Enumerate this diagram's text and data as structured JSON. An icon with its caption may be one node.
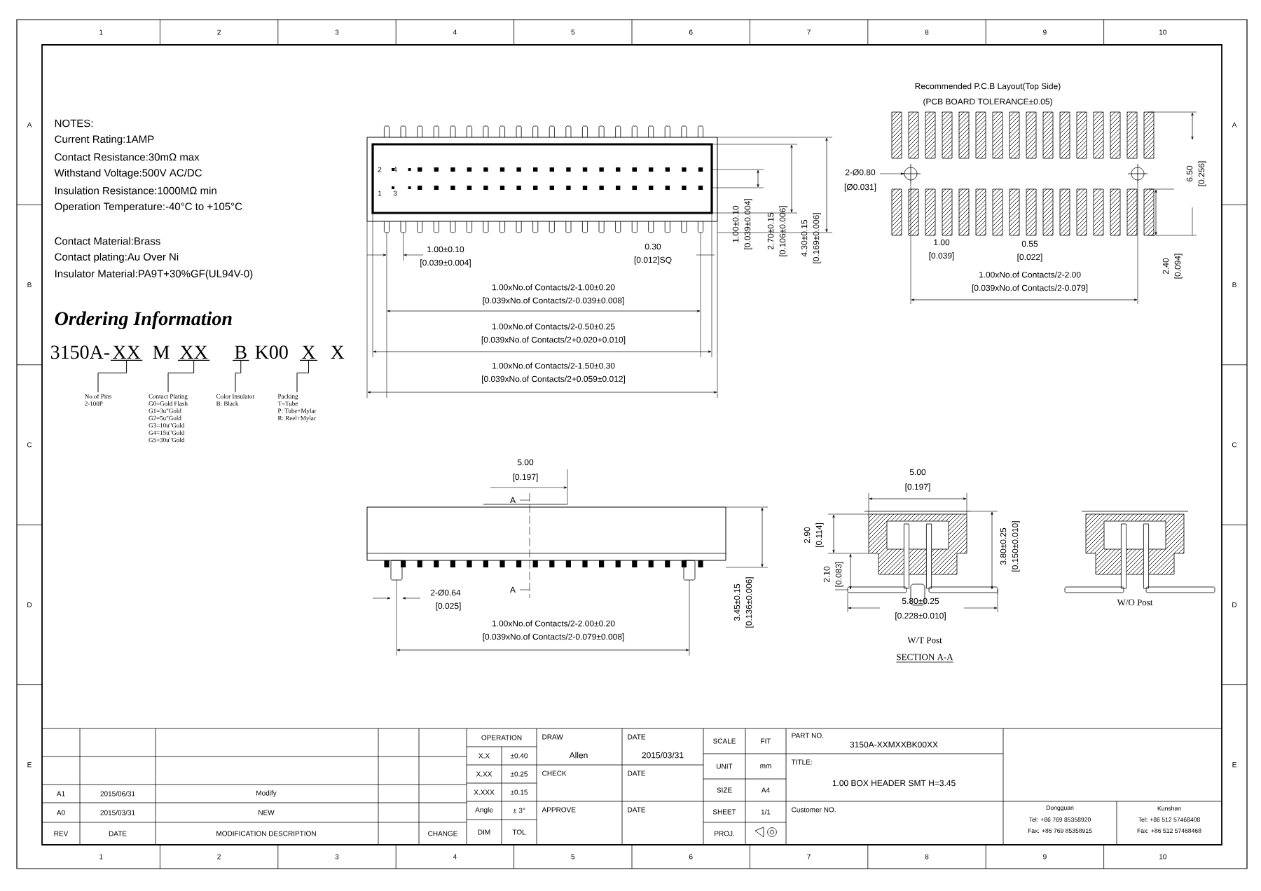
{
  "diagram": {
    "nodes": [
      {
        "text": [
          "XX"
        ]
      },
      {
        "text": [
          "XX"
        ]
      },
      {
        "text": [
          "B"
        ]
      },
      {
        "text": [
          "X"
        ]
      },
      {
        "text": [
          "No.of Pins",
          "2-100P"
        ]
      },
      {
        "text": [
          "Contact Plating",
          "G0=Gold Flash",
          "G1=3u\"Gold",
          "G2=5u\"Gold",
          "G3=10u\"Gold",
          "G4=15u\"Gold",
          "G5=30u\"Gold"
        ]
      },
      {
        "text": [
          "Color Insulator",
          "B: Black"
        ]
      },
      {
        "text": [
          "Packing",
          "T=Tube",
          "P: Tube+Mylar",
          "R: Reel+Mylar"
        ]
      }
    ],
    "edges": [
      {
        "from": 0,
        "to": 4,
        "arrow": "none"
      },
      {
        "from": 1,
        "to": 5,
        "arrow": "none"
      },
      {
        "from": 2,
        "to": 6,
        "arrow": "none"
      },
      {
        "from": 3,
        "to": 7,
        "arrow": "none"
      }
    ],
    "labels": [
      "1",
      "2",
      "3",
      "4",
      "5",
      "6",
      "7",
      "8",
      "9",
      "10",
      "A",
      "B",
      "C",
      "D",
      "E",
      "A",
      "B",
      "C",
      "D",
      "E",
      "1",
      "2",
      "3",
      "4",
      "5",
      "6",
      "7",
      "8",
      "9",
      "10",
      "NOTES:",
      "Current Rating:1AMP",
      "Contact Resistance:30mΩ  max",
      "Withstand Voltage:500V AC/DC",
      "Insulation Resistance:1000MΩ min",
      "Operation Temperature:-40°C to +105°C",
      "Contact Material:Brass",
      "Contact plating:Au Over Ni",
      "Insulator Material:PA9T+30%GF(UL94V-0)",
      "Ordering Information",
      "3150A-",
      "M",
      "K00",
      "X",
      "2",
      "4",
      "1",
      "3",
      "1.00±0.10",
      "[0.039±0.004]",
      "0.30",
      "[0.012]SQ",
      "1.00xNo.of Contacts/2-1.00±0.20",
      "[0.039xNo.of Contacts/2-0.039±0.008]",
      "1.00xNo.of Contacts/2-0.50±0.25",
      "[0.039xNo.of Contacts/2+0.020+0.010]",
      "1.00xNo.of Contacts/2-1.50±0.30",
      "[0.039xNo.of Contacts/2+0.059±0.012]",
      "1.00±0.10",
      "[0.039±0.004]",
      "2.70±0.15",
      "[0.106±0.006]",
      "4.30±0.15",
      "[0.169±0.006]",
      "Recommended P.C.B Layout(Top Side)",
      "(PCB BOARD TOLERANCE±0.05)",
      "2-Ø0.80",
      "[Ø0.031]",
      "1.00",
      "[0.039]",
      "0.55",
      "[0.022]",
      "1.00xNo.of Contacts/2-2.00",
      "[0.039xNo.of Contacts/2-0.079]",
      "6.50",
      "[0.256]",
      "2.40",
      "[0.094]",
      "5.00",
      "[0.197]",
      "A",
      "A",
      "2-Ø0.64",
      "[0.025]",
      "1.00xNo.of Contacts/2-2.00±0.20",
      "[0.039xNo.of Contacts/2-0.079±0.008]",
      "3.45±0.15",
      "[0.136±0.006]",
      "5.00",
      "[0.197]",
      "2.90",
      "[0.114]",
      "2.10",
      "[0.083]",
      "3.80±0.25",
      "[0.150±0.010]",
      "5.80±0.25",
      "[0.228±0.010]",
      "W/T Post",
      "SECTION A-A",
      "W/O Post",
      "OPERATION",
      "X.X",
      "±0.40",
      "X.XX",
      "±0.25",
      "X.XXX",
      "±0.15",
      "Angle",
      "± 3°",
      "DIM",
      "TOL",
      "DRAW",
      "Allen",
      "DATE",
      "2015/03/31",
      "CHECK",
      "DATE",
      "APPROVE",
      "DATE",
      "SCALE",
      "FIT",
      "UNIT",
      "mm",
      "SIZE",
      "A4",
      "SHEET",
      "1/1",
      "PROJ.",
      "PART NO.",
      "3150A-XXMXXBK00XX",
      "TITLE:",
      "1.00 BOX HEADER SMT H=3.45",
      "Customer NO.",
      "Dongguan",
      "Tel: +86 769 85358920",
      "Fax: +86 769 85358915",
      "Kunshan",
      "Tel: +86 512 57468408",
      "Fax: +86 512 57468468",
      "A1",
      "2015/06/31",
      "Modify",
      "A0",
      "2015/03/31",
      "NEW",
      "REV",
      "DATE",
      "MODIFICATION DESCRIPTION",
      "CHANGE"
    ]
  }
}
